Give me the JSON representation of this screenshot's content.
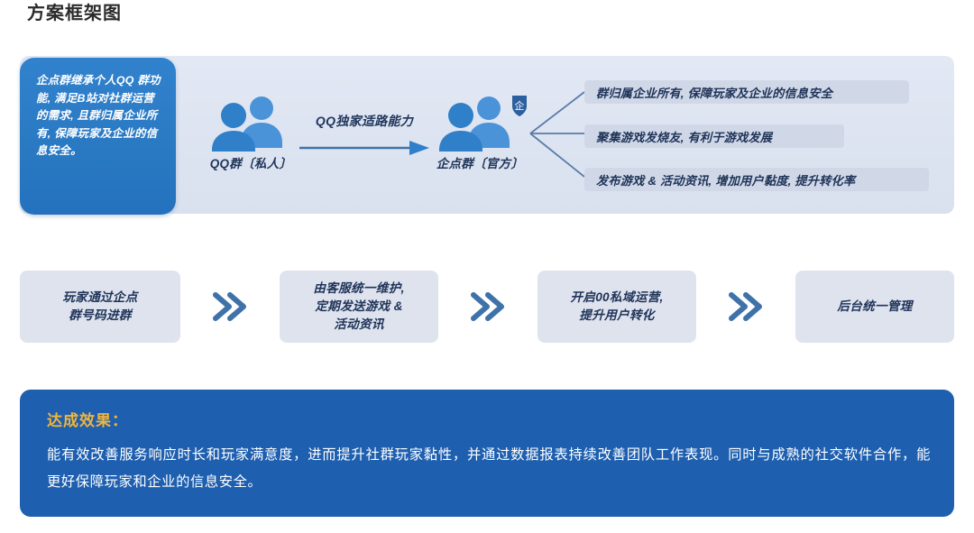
{
  "page_title": "方案框架图",
  "highlight_card": {
    "text": "企点群继承个人QQ 群功能, 满足B站对社群运营的需求, 且群归属企业所有, 保障玩家及企业的信息安全。"
  },
  "flow": {
    "source": {
      "label": "QQ群〔私人〕",
      "icon": "two-people-icon"
    },
    "arrow_label": "QQ独家适路能力",
    "target": {
      "label": "企点群〔官方〕",
      "icon": "two-people-icon",
      "badge": "企",
      "badge_name": "enterprise-shield-badge-icon"
    }
  },
  "benefits": [
    "群归属企业所有, 保障玩家及企业的信息安全",
    "聚集游戏发烧友, 有利于游戏发展",
    "发布游戏 & 活动资讯, 增加用户黏度, 提升转化率"
  ],
  "steps": [
    "玩家通过企点\n群号码进群",
    "由客服统一维护,\n定期发送游戏 &\n活动资讯",
    "开启00私域运营,\n提升用户转化",
    "后台统一管理"
  ],
  "step_separator_icon": "double-chevron-right-icon",
  "result": {
    "heading": "达成效果：",
    "body": "能有效改善服务响应时长和玩家满意度，进而提升社群玩家黏性，并通过数据报表持续改善团队工作表现。同时与成熟的社交软件合作，能更好保障玩家和企业的信息安全。"
  },
  "colors": {
    "accent_blue": "#2b7ac4",
    "deep_blue": "#1e5faf",
    "panel_bg": "#dde4f1",
    "card_bg": "#dee3ee",
    "pill_bg": "#d0d8e8",
    "chevron_blue": "#3e72a8",
    "gold": "#f0b53c",
    "text_navy": "#1f3358",
    "person_front": "#2f7fc9",
    "person_back": "#4a93d8"
  }
}
